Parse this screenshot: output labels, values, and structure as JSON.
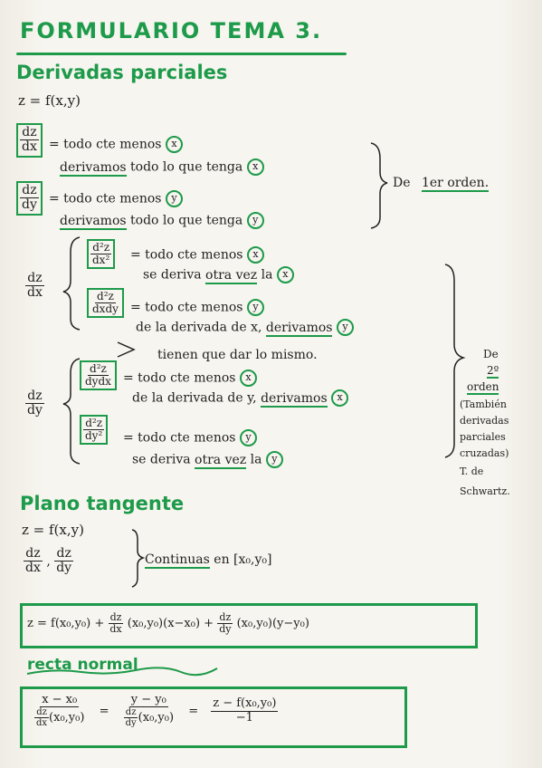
{
  "title": "FORMULARIO TEMA 3.",
  "section1": {
    "heading": "Derivadas parciales",
    "func": "z = f(x,y)",
    "first": {
      "dzdx": {
        "num": "dz",
        "den": "dx"
      },
      "dzdy": {
        "num": "dz",
        "den": "dy"
      },
      "x_line1": "= todo cte menos",
      "x_line2_a": "derivamos",
      "x_line2_b": "todo lo que tenga",
      "y_line1": "= todo cte menos",
      "y_line2_a": "derivamos",
      "y_line2_b": "todo lo que tenga",
      "var_x": "x",
      "var_y": "y",
      "label_de": "De",
      "label_ord": "1er",
      "label_orden": "orden."
    },
    "second": {
      "dzdx": {
        "num": "dz",
        "den": "dx"
      },
      "dzdy": {
        "num": "dz",
        "den": "dy"
      },
      "xx": {
        "num": "d²z",
        "den": "dx²",
        "line1": "= todo cte menos",
        "line2_a": "se deriva",
        "line2_b": "otra vez",
        "line2_c": "la"
      },
      "xy": {
        "num": "d²z",
        "den": "dxdy",
        "line1": "= todo cte menos",
        "line2_a": "de la derivada de x,",
        "line2_b": "derivamos"
      },
      "middle": "tienen que dar lo mismo.",
      "yx": {
        "num": "d²z",
        "den": "dydx",
        "line1": "= todo cte menos",
        "line2_a": "de la derivada de y,",
        "line2_b": "derivamos"
      },
      "yy": {
        "num": "d²z",
        "den": "dy²",
        "line1": "= todo cte menos",
        "line2_a": "se deriva",
        "line2_b": "otra vez",
        "line2_c": "la"
      },
      "side_de": "De",
      "side_num": "2º",
      "side_orden": "orden",
      "side_l1": "(También",
      "side_l2": "derivadas",
      "side_l3": "parciales",
      "side_l4": "cruzadas)",
      "side_l5": "T. de",
      "side_l6": "Schwartz."
    }
  },
  "section2": {
    "heading": "Plano tangente",
    "func": "z = f(x,y)",
    "fx": {
      "num": "dz",
      "den": "dx"
    },
    "fy": {
      "num": "dz",
      "den": "dy"
    },
    "comma": ",",
    "cond_a": "Continuas",
    "cond_b": "en [x₀,y₀]",
    "formula_a": "z = f(x₀,y₀) +",
    "formula_b": "(x₀,y₀)(x−x₀) +",
    "formula_c": "(x₀,y₀)(y−y₀)"
  },
  "section3": {
    "heading": "recta normal",
    "n1": "x − x₀",
    "d1": "(x₀,y₀)",
    "eq": "=",
    "n2": "y − y₀",
    "d2": "(x₀,y₀)",
    "eq2": "=",
    "n3": "z − f(x₀,y₀)",
    "d3": "−1"
  }
}
